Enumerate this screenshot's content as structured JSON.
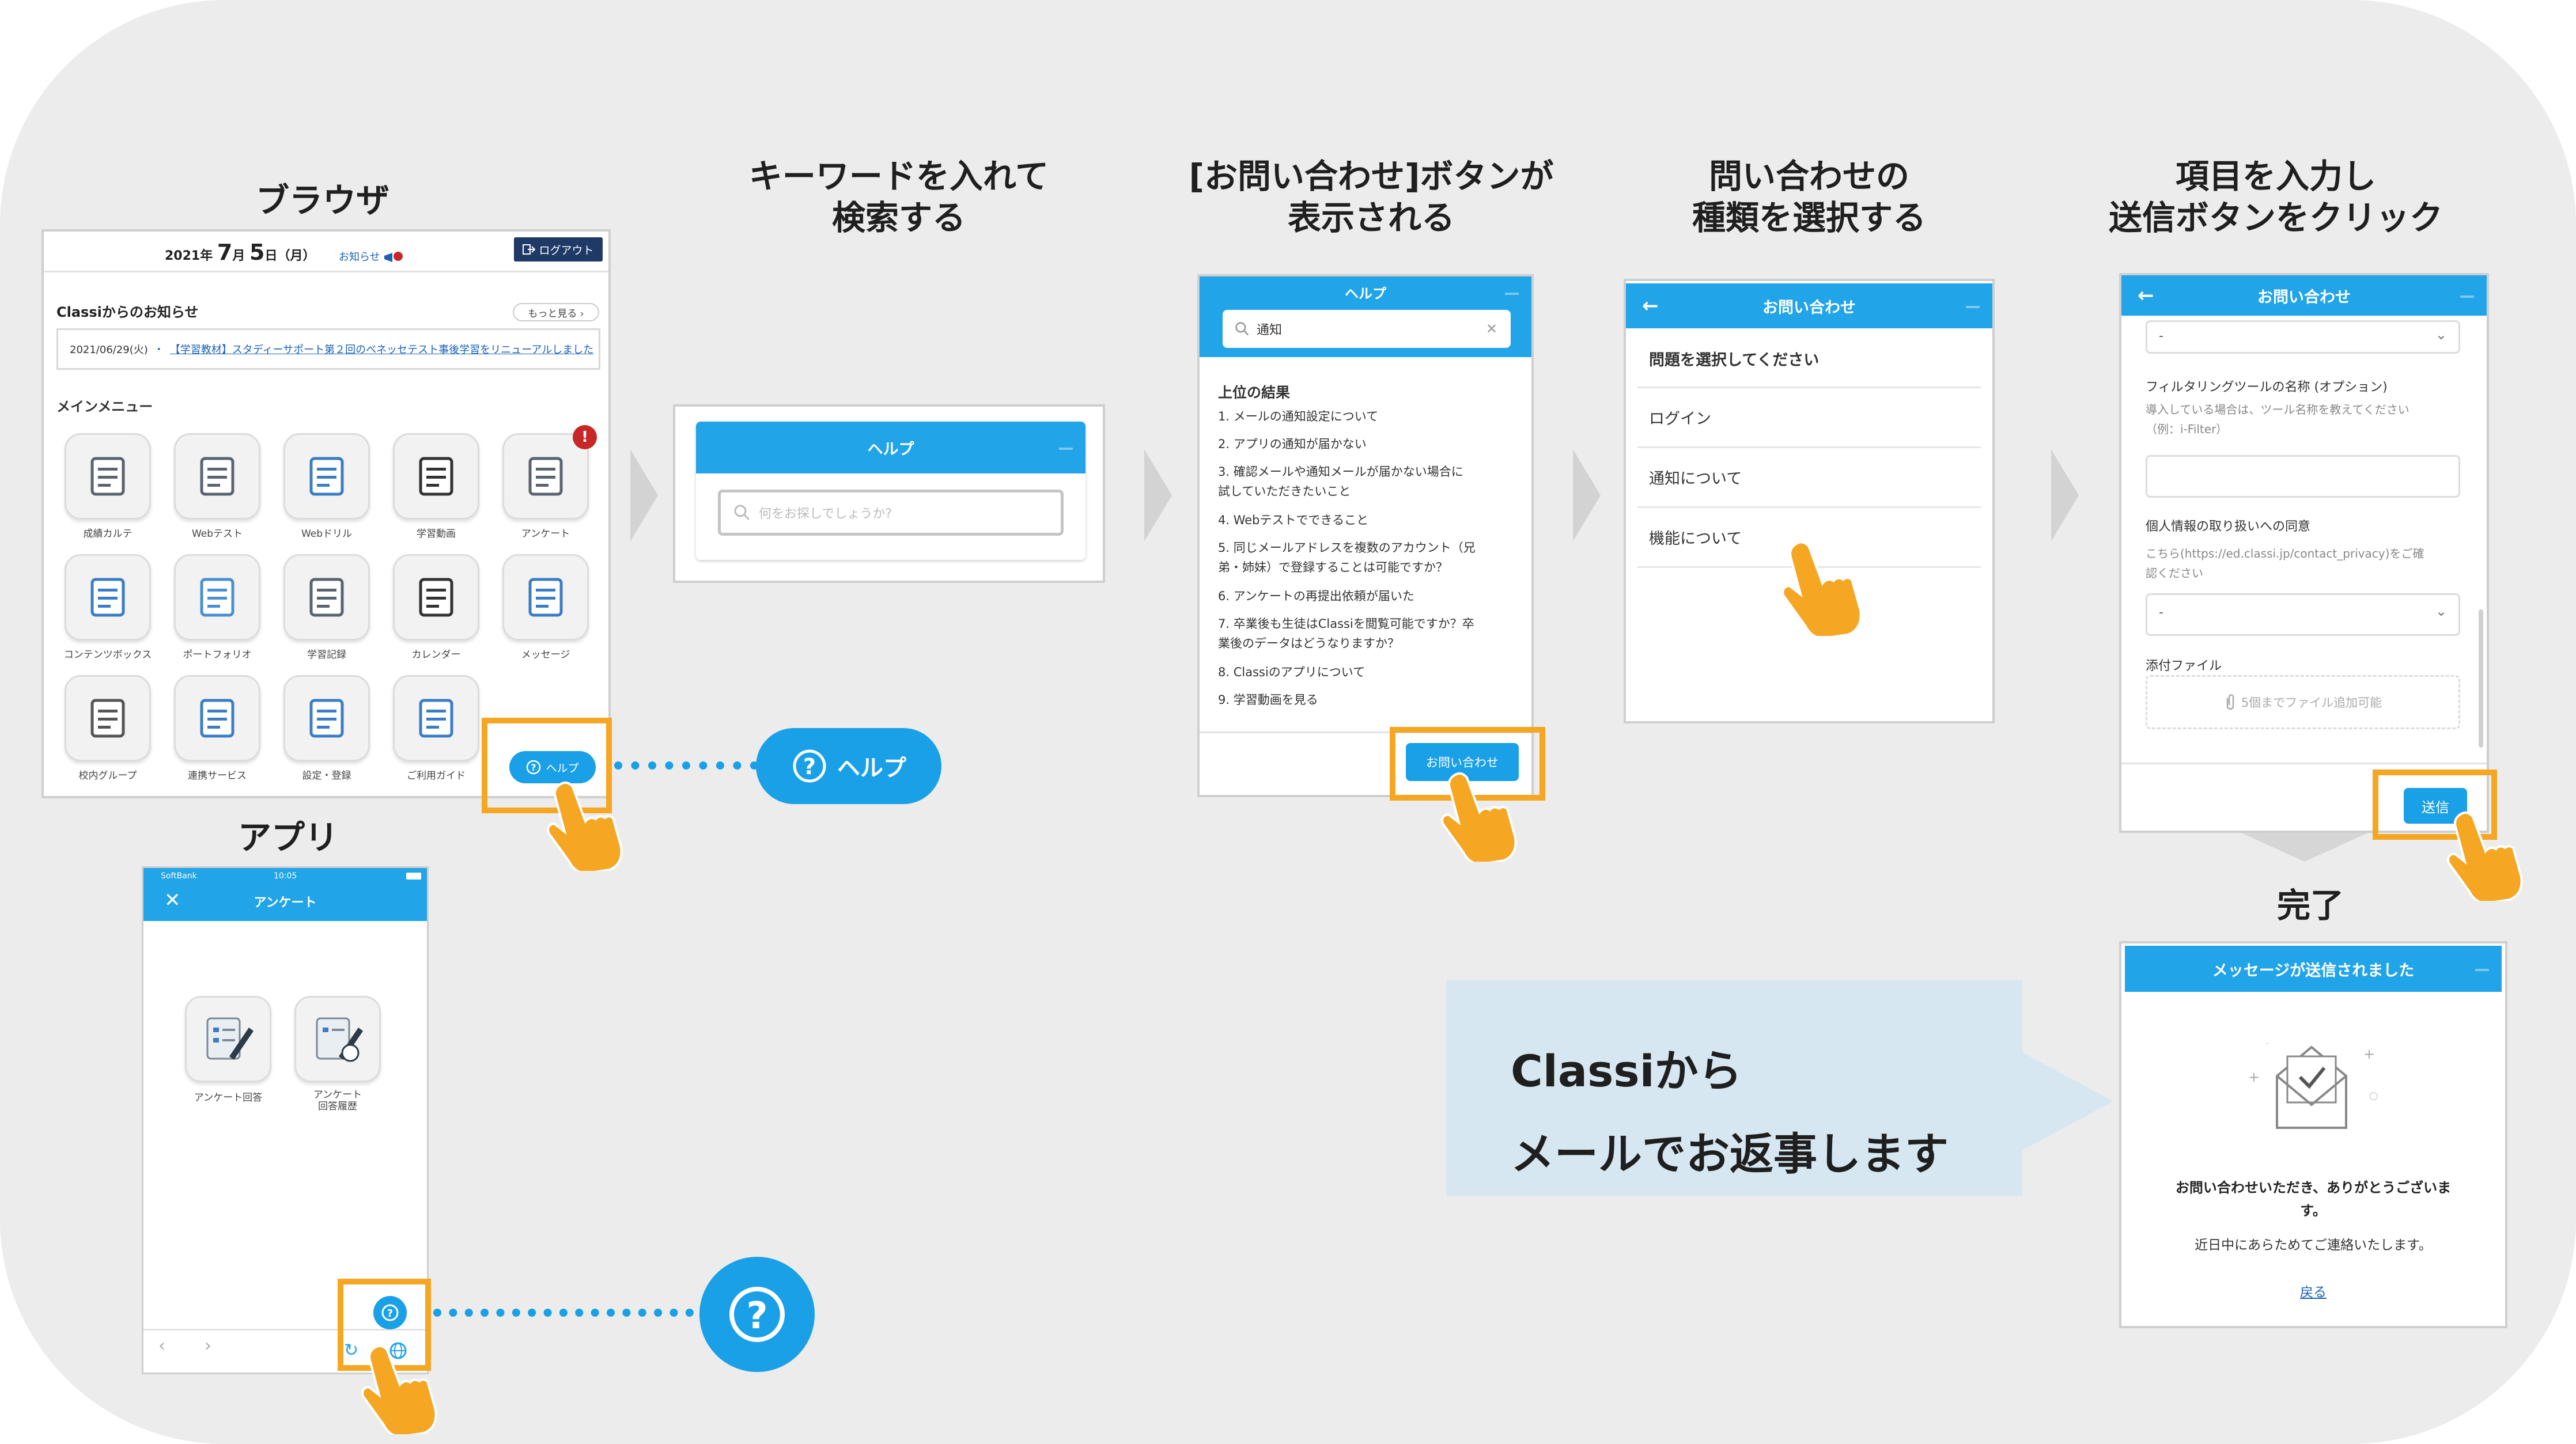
{
  "titles": {
    "browser": "ブラウザ",
    "app": "アプリ",
    "step1": "キーワードを入れて\n検索する",
    "step2": "[お問い合わせ]ボタンが\n表示される",
    "step3": "問い合わせの\n種類を選択する",
    "step4": "項目を入力し\n送信ボタンをクリック",
    "done": "完了"
  },
  "browser": {
    "date_year": "2021年",
    "date_month": "7",
    "date_month_unit": "月",
    "date_day": "5",
    "date_day_unit": "日（月）",
    "notice_label": "お知らせ",
    "logout": "ログアウト",
    "notice_heading": "Classiからのお知らせ",
    "more": "もっと見る ›",
    "notice_date": "2021/06/29(火)",
    "notice_link": "【学習教材】スタディーサポート第２回のベネッセテスト事後学習をリニューアルしました",
    "menu_heading": "メインメニュー",
    "menu": [
      "成績カルテ",
      "Webテスト",
      "Webドリル",
      "学習動画",
      "アンケート",
      "コンテンツボックス",
      "ポートフォリオ",
      "学習記録",
      "カレンダー",
      "メッセージ",
      "校内グループ",
      "連携サービス",
      "設定・登録",
      "ご利用ガイド"
    ],
    "help_button": "ヘルプ",
    "badge": "!"
  },
  "help_zoom": {
    "label": "ヘルプ"
  },
  "app": {
    "carrier": "SoftBank",
    "time": "10:05",
    "header": "アンケート",
    "items": [
      "アンケート回答",
      "アンケート\n回答履歴"
    ]
  },
  "search_panel": {
    "header": "ヘルプ",
    "placeholder": "何をお探しでしょうか?"
  },
  "results_panel": {
    "header": "ヘルプ",
    "query": "通知",
    "results_heading": "上位の結果",
    "results": [
      "1. メールの通知設定について",
      "2. アプリの通知が届かない",
      "3. 確認メールや通知メールが届かない場合に\n試していただきたいこと",
      "4. Webテストでできること",
      "5. 同じメールアドレスを複数のアカウント（兄\n弟・姉妹）で登録することは可能ですか？",
      "6. アンケートの再提出依頼が届いた",
      "7. 卒業後も生徒はClassiを閲覧可能ですか？卒\n業後のデータはどうなりますか？",
      "8. Classiのアプリについて",
      "9. 学習動画を見る"
    ],
    "contact_button": "お問い合わせ"
  },
  "type_panel": {
    "header": "お問い合わせ",
    "prompt": "問題を選択してください",
    "options": [
      "ログイン",
      "通知について",
      "機能について"
    ]
  },
  "form_panel": {
    "header": "お問い合わせ",
    "select_value": "-",
    "filter_label": "フィルタリングツールの名称 (オプション)",
    "filter_help": "導入している場合は、ツール名称を教えてください\n（例：i-Filter）",
    "privacy_label": "個人情報の取り扱いへの同意",
    "privacy_help": "こちら(https://ed.classi.jp/contact_privacy)をご確\n認ください",
    "privacy_value": "-",
    "attach_label": "添付ファイル",
    "attach_hint": "5個までファイル追加可能",
    "submit": "送信"
  },
  "done_panel": {
    "header": "メッセージが送信されました",
    "thanks": "お問い合わせいただき、ありがとうございま\nす。",
    "followup": "近日中にあらためてご連絡いたします。",
    "back": "戻る"
  },
  "callout": {
    "line1": "Classiから",
    "line2": "メールでお返事します"
  },
  "colors": {
    "accent": "#21a4e8",
    "highlight": "#f5a623",
    "callout": "#d6e7f1"
  },
  "icons": [
    "search-icon",
    "help-question-icon",
    "back-arrow-icon",
    "paperclip-icon",
    "envelope-check-icon",
    "hand-pointer-icon",
    "chevron-right-icon",
    "logout-icon"
  ]
}
